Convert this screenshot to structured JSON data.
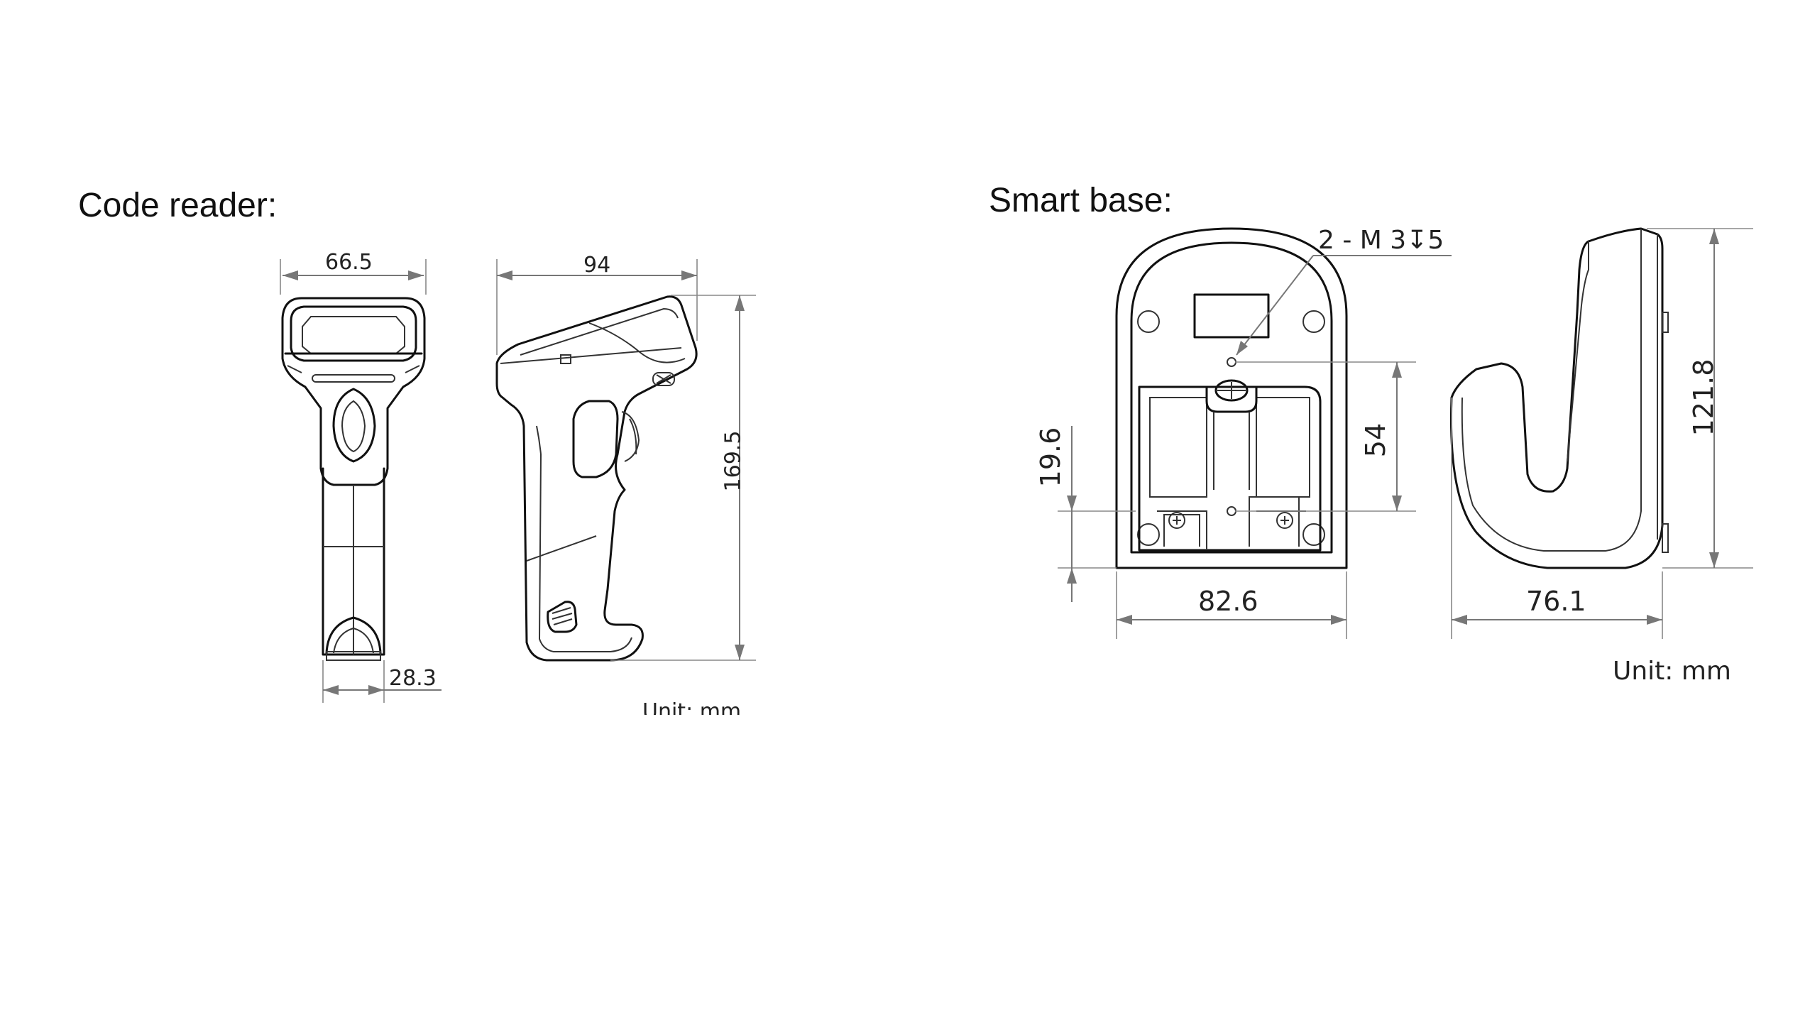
{
  "code_reader": {
    "title": "Code reader:",
    "dims": {
      "front_width": "66.5",
      "side_width": "94",
      "height": "169.5",
      "grip_depth": "28.3"
    },
    "unit": "Unit: mm"
  },
  "smart_base": {
    "title": "Smart base:",
    "screw_spec": "2 - M 3↧5",
    "dims": {
      "hole_spacing": "54",
      "hole_offset": "19.6",
      "width": "82.6",
      "depth": "76.1",
      "height": "121.8"
    },
    "unit": "Unit: mm"
  }
}
